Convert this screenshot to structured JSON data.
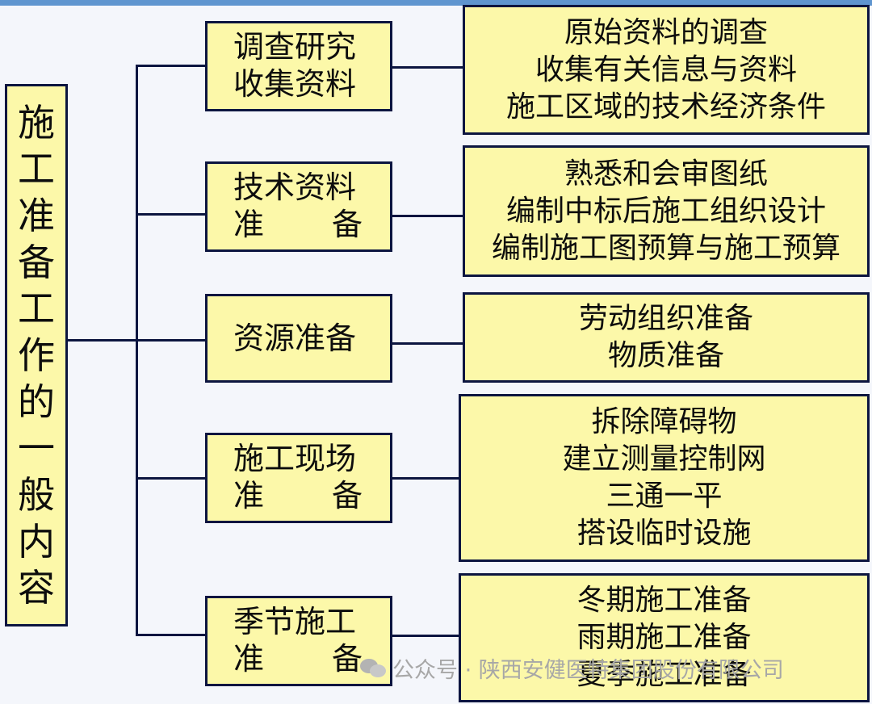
{
  "root": {
    "chars": [
      "施",
      "工",
      "准",
      "备",
      "工",
      "作",
      "的",
      "一",
      "般",
      "内",
      "容"
    ]
  },
  "branches": [
    {
      "title_line1": "调查研究",
      "title_line2_a": "收集资料",
      "title_line2_b": "",
      "items": [
        "原始资料的调查",
        "收集有关信息与资料",
        "施工区域的技术经济条件"
      ]
    },
    {
      "title_line1": "技术资料",
      "title_line2_a": "准",
      "title_line2_b": "备",
      "items": [
        "熟悉和会审图纸",
        "编制中标后施工组织设计",
        "编制施工图预算与施工预算"
      ]
    },
    {
      "title_line1": "资源准备",
      "title_line2_a": "",
      "title_line2_b": "",
      "items": [
        "劳动组织准备",
        "物质准备"
      ]
    },
    {
      "title_line1": "施工现场",
      "title_line2_a": "准",
      "title_line2_b": "备",
      "items": [
        "拆除障碍物",
        "建立测量控制网",
        "三通一平",
        "搭设临时设施"
      ]
    },
    {
      "title_line1": "季节施工",
      "title_line2_a": "准",
      "title_line2_b": "备",
      "items": [
        "冬期施工准备",
        "雨期施工准备",
        "夏季施工准备"
      ]
    }
  ],
  "watermark": {
    "text": "公众号 · 陕西安健医特集团股份有限公司",
    "icon": "wechat-icon"
  },
  "colors": {
    "box_fill": "#fcf8a9",
    "border": "#0c1540",
    "background": "#f4f6fb"
  }
}
